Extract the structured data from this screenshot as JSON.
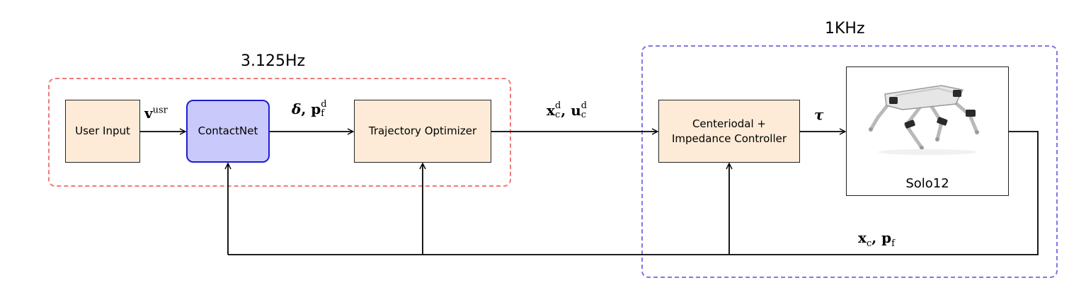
{
  "regions": {
    "slow_freq": "3.125Hz",
    "fast_freq": "1KHz"
  },
  "blocks": {
    "user_input": "User Input",
    "contactnet": "ContactNet",
    "trajectory_optimizer": "Trajectory Optimizer",
    "controller_line1": "Centeriodal +",
    "controller_line2": "Impedance Controller",
    "robot": "Solo12"
  },
  "signals": {
    "velocity_base": "v",
    "velocity_sup": "usr",
    "contact_delta": "δ",
    "foot_base": "p",
    "foot_sup": "d",
    "foot_sub": "f",
    "state_base": "x",
    "state_sup": "d",
    "state_sub": "c",
    "input_base": "u",
    "input_sup": "d",
    "input_sub": "c",
    "torque": "τ",
    "feedback_state_base": "x",
    "feedback_state_sub": "c",
    "feedback_foot_base": "p",
    "feedback_foot_sub": "f",
    "separator": ","
  },
  "colors": {
    "slow_region": "#f07a7a",
    "fast_region": "#7d78e8",
    "block_fill": "#fdebd7",
    "contactnet_fill": "#c9c9fb",
    "contactnet_border": "#1d1dd0"
  },
  "icons": {
    "robot": "quadruped-robot-icon"
  }
}
